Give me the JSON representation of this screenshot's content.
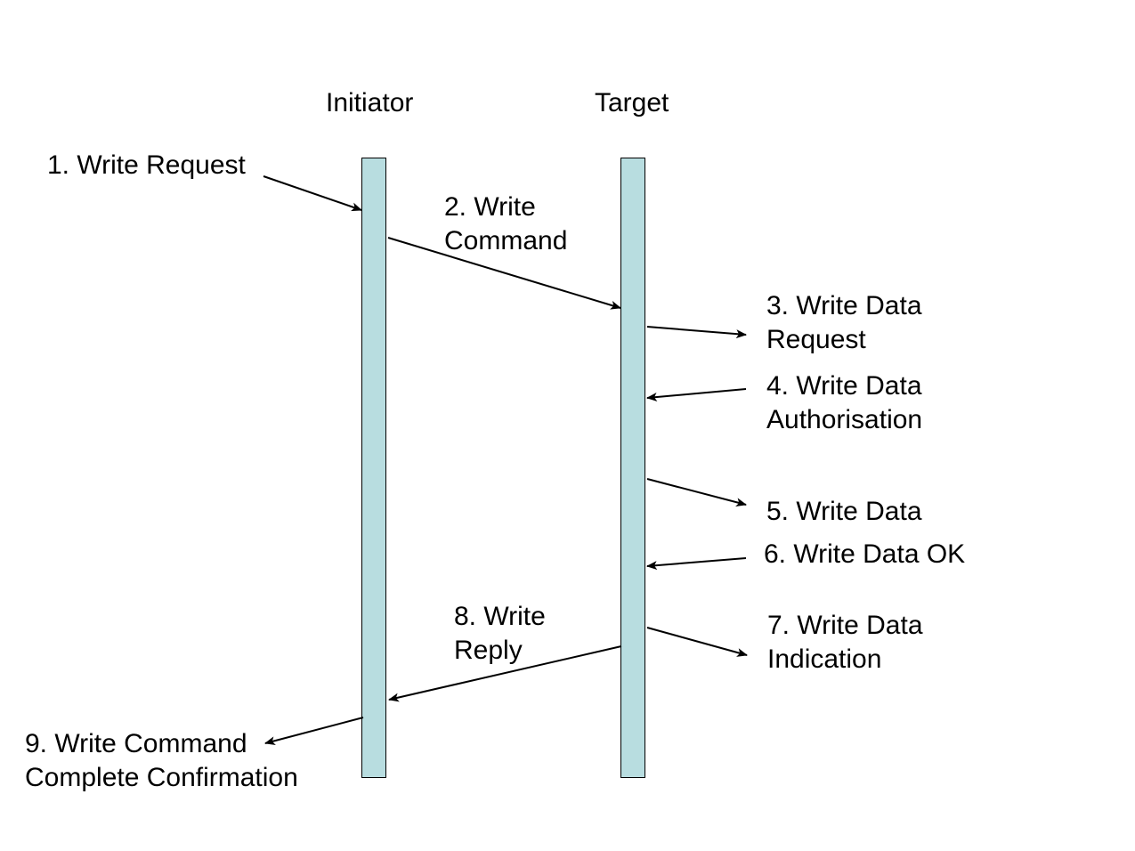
{
  "participants": {
    "initiator": "Initiator",
    "target": "Target"
  },
  "messages": [
    {
      "step": 1,
      "lines": [
        "1. Write Request"
      ]
    },
    {
      "step": 2,
      "lines": [
        "2. Write",
        "Command"
      ]
    },
    {
      "step": 3,
      "lines": [
        "3. Write Data",
        "Request"
      ]
    },
    {
      "step": 4,
      "lines": [
        "4. Write Data",
        "Authorisation"
      ]
    },
    {
      "step": 5,
      "lines": [
        "5. Write Data"
      ]
    },
    {
      "step": 6,
      "lines": [
        "6. Write Data OK"
      ]
    },
    {
      "step": 7,
      "lines": [
        "7. Write Data",
        "Indication"
      ]
    },
    {
      "step": 8,
      "lines": [
        "8. Write",
        "Reply"
      ]
    },
    {
      "step": 9,
      "lines": [
        "9. Write Command",
        "Complete Confirmation"
      ]
    }
  ],
  "colors": {
    "lifeline_fill": "#b8dde0",
    "line": "#000000",
    "background": "#ffffff"
  }
}
